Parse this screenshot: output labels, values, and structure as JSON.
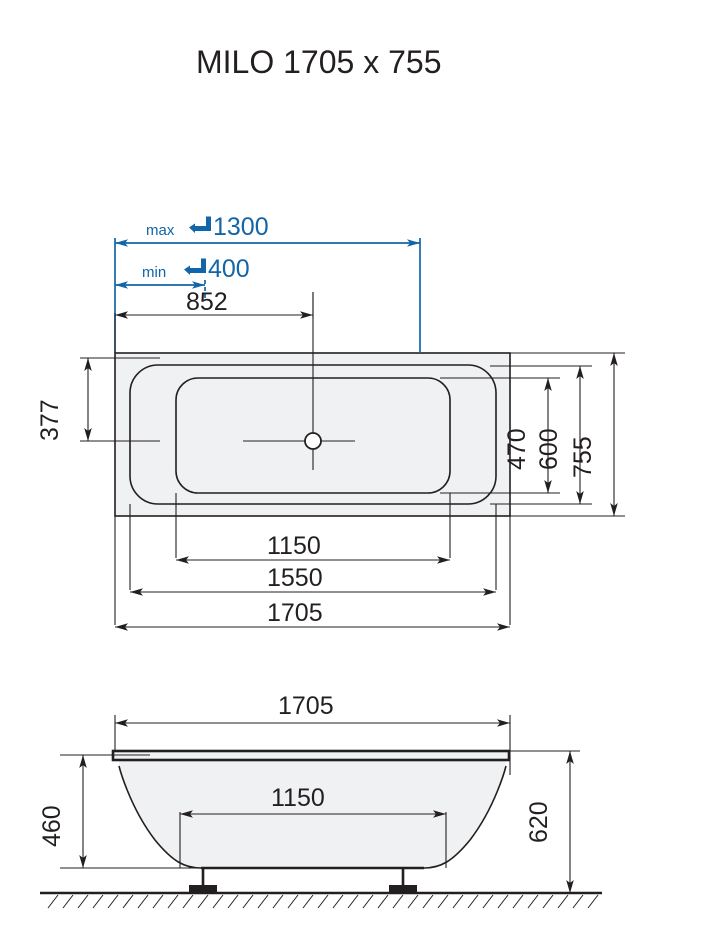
{
  "title": "MILO 1705 x 755",
  "product": {
    "name": "MILO",
    "nominal_length": "1705",
    "nominal_width": "755"
  },
  "plan_view": {
    "name": "plan-view",
    "dimensions": {
      "tap_max_label": "max",
      "tap_max_value": "1300",
      "tap_min_label": "min",
      "tap_min_value": "400",
      "drain_offset": "852",
      "left_depth": "377",
      "inner_width": "470",
      "mid_width": "600",
      "outer_width": "755",
      "inner_length": "1150",
      "mid_length": "1550",
      "outer_length": "1705"
    },
    "icons": {
      "tap": "faucet-icon"
    }
  },
  "elevation_view": {
    "name": "elevation-view",
    "dimensions": {
      "top_length": "1705",
      "basin_length": "1150",
      "basin_depth": "460",
      "total_height": "620"
    }
  },
  "colors": {
    "line": "#231f20",
    "accent_blue": "#1265a8",
    "tub_fill": "#f0f1f3",
    "background": "#ffffff"
  }
}
